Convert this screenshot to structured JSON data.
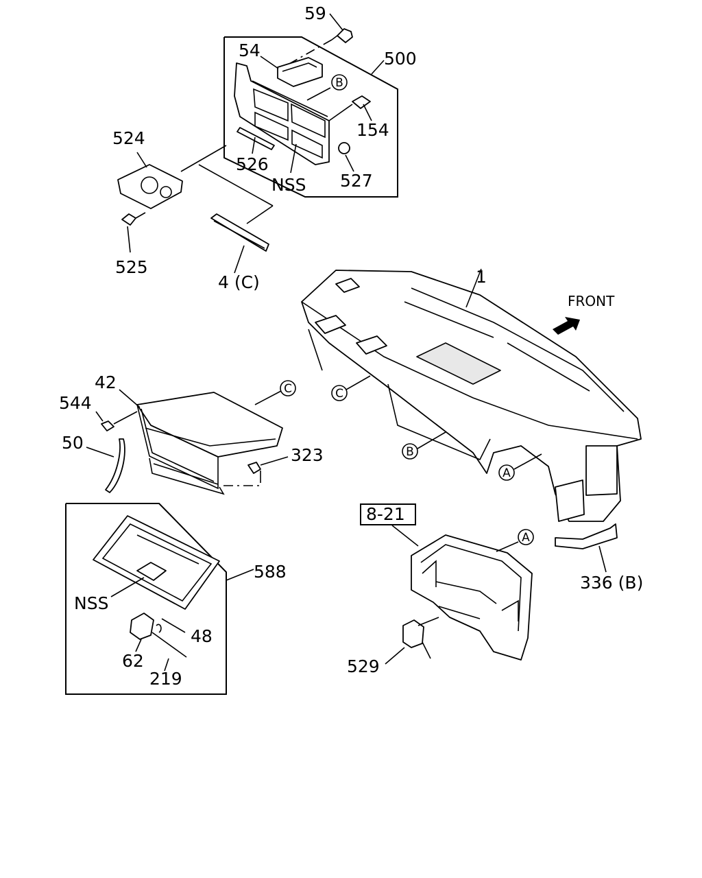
{
  "front_label": "FRONT",
  "ref_box_label": "8-21",
  "callouts": {
    "p59": "59",
    "p54": "54",
    "p500": "500",
    "p154": "154",
    "p524": "524",
    "p526": "526",
    "nss_top": "NSS",
    "p527": "527",
    "p525": "525",
    "p4c": "4 (C)",
    "p1": "1",
    "p42": "42",
    "p544": "544",
    "p50": "50",
    "p323": "323",
    "p588": "588",
    "nss_bottom": "NSS",
    "p48": "48",
    "p62": "62",
    "p219": "219",
    "p529": "529",
    "p336b": "336 (B)"
  },
  "circle_refs": {
    "b_top": "B",
    "c_glovebox": "C",
    "c_dash": "C",
    "b_dash": "B",
    "a_dash": "A",
    "a_cluster": "A"
  }
}
